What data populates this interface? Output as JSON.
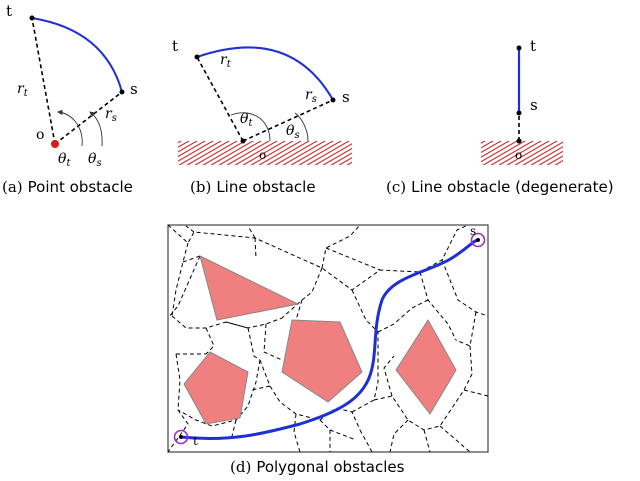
{
  "panels": {
    "a": {
      "caption_prefix": "(a)",
      "caption": "Point obstacle",
      "label_t": "t",
      "label_s": "s",
      "label_o": "o",
      "label_rt": "r",
      "label_rt_sub": "t",
      "label_rs": "r",
      "label_rs_sub": "s",
      "label_theta_t": "θ",
      "label_theta_t_sub": "t",
      "label_theta_s": "θ",
      "label_theta_s_sub": "s"
    },
    "b": {
      "caption_prefix": "(b)",
      "caption": "Line obstacle",
      "label_t": "t",
      "label_s": "s",
      "label_o": "o",
      "label_rt": "r",
      "label_rt_sub": "t",
      "label_rs": "r",
      "label_rs_sub": "s",
      "label_theta_t": "θ",
      "label_theta_t_sub": "t",
      "label_theta_s": "θ",
      "label_theta_s_sub": "s"
    },
    "c": {
      "caption_prefix": "(c)",
      "caption": "Line obstacle (degenerate)",
      "label_t": "t",
      "label_s": "s",
      "label_o": "o"
    },
    "d": {
      "caption_prefix": "(d)",
      "caption": "Polygonal obstacles",
      "label_s": "s",
      "label_t": "t"
    }
  },
  "colors": {
    "path": "#1f2fd6",
    "obstacle_point": "#d81b1b",
    "hatch": "#c62828",
    "polygon_fill": "#f08080",
    "polygon_stroke": "#888888",
    "circle": "#9b30c8"
  }
}
